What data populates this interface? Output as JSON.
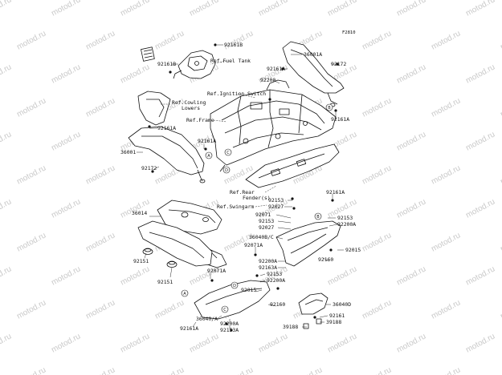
{
  "diagram": {
    "code": "F2810",
    "watermark": "motod.ru",
    "part_labels": [
      {
        "id": "92161B_top",
        "text": "92161B"
      },
      {
        "id": "92161B_left",
        "text": "92161B"
      },
      {
        "id": "36001A",
        "text": "36001A"
      },
      {
        "id": "92161A_a",
        "text": "92161A"
      },
      {
        "id": "92172_r",
        "text": "92172"
      },
      {
        "id": "92200_a",
        "text": "92200"
      },
      {
        "id": "92161A_r",
        "text": "92161A"
      },
      {
        "id": "92161A_l1",
        "text": "92161A"
      },
      {
        "id": "36001",
        "text": "36001"
      },
      {
        "id": "92161A_l2",
        "text": "92161A"
      },
      {
        "id": "92172_l",
        "text": "92172"
      },
      {
        "id": "92161A_mr",
        "text": "92161A"
      },
      {
        "id": "92153_a",
        "text": "92153"
      },
      {
        "id": "92027_a",
        "text": "92027"
      },
      {
        "id": "92071",
        "text": "92071"
      },
      {
        "id": "92153_b",
        "text": "92153"
      },
      {
        "id": "92027_b",
        "text": "92027"
      },
      {
        "id": "92153_r",
        "text": "92153"
      },
      {
        "id": "92200A_r",
        "text": "92200A"
      },
      {
        "id": "36040B_C",
        "text": "36040B/C"
      },
      {
        "id": "92071A_a",
        "text": "92071A"
      },
      {
        "id": "92015_r",
        "text": "92015"
      },
      {
        "id": "92160_r",
        "text": "92160"
      },
      {
        "id": "92200A_m",
        "text": "92200A"
      },
      {
        "id": "92163A",
        "text": "92163A"
      },
      {
        "id": "36014",
        "text": "36014"
      },
      {
        "id": "92151_a",
        "text": "92151"
      },
      {
        "id": "92151_b",
        "text": "92151"
      },
      {
        "id": "92071A_b",
        "text": "92071A"
      },
      {
        "id": "92153_c",
        "text": "92153"
      },
      {
        "id": "92200A_c",
        "text": "92200A"
      },
      {
        "id": "92015_b",
        "text": "92015"
      },
      {
        "id": "92160_b",
        "text": "92160"
      },
      {
        "id": "36040D",
        "text": "36040D"
      },
      {
        "id": "92161_b",
        "text": "92161"
      },
      {
        "id": "39188_a",
        "text": "39188"
      },
      {
        "id": "39188_b",
        "text": "39188"
      },
      {
        "id": "36040A",
        "text": "36040/A"
      },
      {
        "id": "92200A_b",
        "text": "92200A"
      },
      {
        "id": "92153A",
        "text": "92153A"
      },
      {
        "id": "92161A_bl",
        "text": "92161A"
      }
    ],
    "references": {
      "fuel_tank": "Ref.Fuel Tank",
      "ignition_switch": "Ref.Ignition Switch",
      "cowling_1": "Ref.Cowling",
      "cowling_2": "Lowers",
      "frame": "Ref.Frame",
      "rear_fender_1": "Ref.Rear",
      "rear_fender_2": "Fender(s)",
      "swingarm": "Ref.Swingarm"
    },
    "callouts": {
      "A": "A",
      "B": "B",
      "C": "C",
      "D": "D"
    }
  }
}
